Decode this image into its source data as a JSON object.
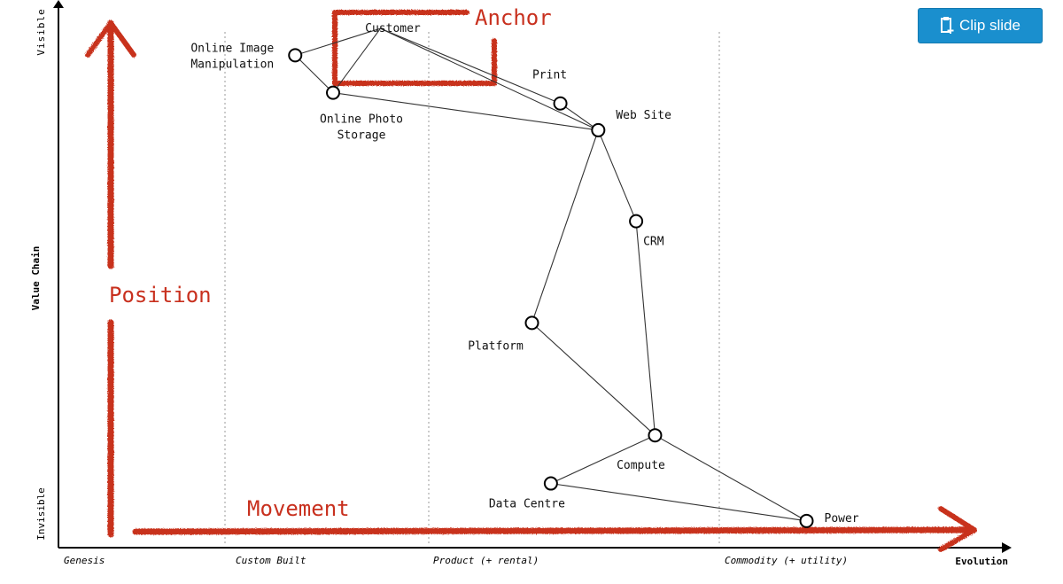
{
  "axes": {
    "y_label": "Value Chain",
    "y_top": "Visible",
    "y_bottom": "Invisible",
    "x_label": "Evolution",
    "stages": [
      "Genesis",
      "Custom Built",
      "Product (+ rental)",
      "Commodity (+ utility)"
    ]
  },
  "annotations": {
    "anchor": "Anchor",
    "position": "Position",
    "movement": "Movement",
    "color": "#c8301e"
  },
  "components": [
    {
      "id": "customer",
      "label": "Customer",
      "evolution": 0.34,
      "visibility": 0.96
    },
    {
      "id": "online-image-manipulation",
      "label": [
        "Online Image",
        "Manipulation"
      ],
      "evolution": 0.25,
      "visibility": 0.91
    },
    {
      "id": "online-photo-storage",
      "label": [
        "Online Photo",
        "Storage"
      ],
      "evolution": 0.29,
      "visibility": 0.84
    },
    {
      "id": "print",
      "label": "Print",
      "evolution": 0.53,
      "visibility": 0.82
    },
    {
      "id": "web-site",
      "label": "Web Site",
      "evolution": 0.57,
      "visibility": 0.77
    },
    {
      "id": "crm",
      "label": "CRM",
      "evolution": 0.61,
      "visibility": 0.6
    },
    {
      "id": "platform",
      "label": "Platform",
      "evolution": 0.5,
      "visibility": 0.41
    },
    {
      "id": "compute",
      "label": "Compute",
      "evolution": 0.63,
      "visibility": 0.2
    },
    {
      "id": "data-centre",
      "label": "Data Centre",
      "evolution": 0.52,
      "visibility": 0.11
    },
    {
      "id": "power",
      "label": "Power",
      "evolution": 0.79,
      "visibility": 0.04
    }
  ],
  "links": [
    [
      "customer",
      "online-image-manipulation"
    ],
    [
      "customer",
      "online-photo-storage"
    ],
    [
      "customer",
      "print"
    ],
    [
      "customer",
      "web-site"
    ],
    [
      "online-image-manipulation",
      "online-photo-storage"
    ],
    [
      "online-photo-storage",
      "web-site"
    ],
    [
      "print",
      "web-site"
    ],
    [
      "web-site",
      "crm"
    ],
    [
      "web-site",
      "platform"
    ],
    [
      "crm",
      "compute"
    ],
    [
      "platform",
      "compute"
    ],
    [
      "compute",
      "data-centre"
    ],
    [
      "compute",
      "power"
    ],
    [
      "data-centre",
      "power"
    ]
  ],
  "clip_button": {
    "label": "Clip slide",
    "icon": "clip-icon"
  }
}
